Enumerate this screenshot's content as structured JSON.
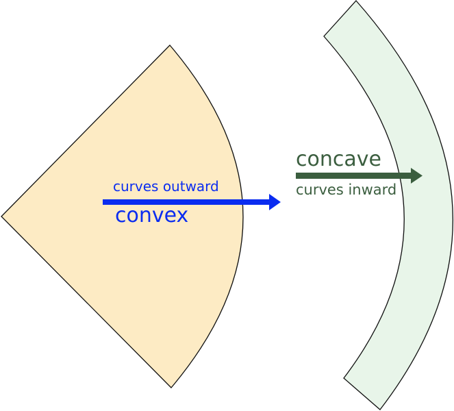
{
  "convex": {
    "label": "convex",
    "sublabel": "curves outward",
    "color": "#0a2cf0",
    "fill": "#fdebc4"
  },
  "concave": {
    "label": "concave",
    "sublabel": "curves inward",
    "color": "#3b5e3f",
    "fill": "#e8f5e9"
  }
}
